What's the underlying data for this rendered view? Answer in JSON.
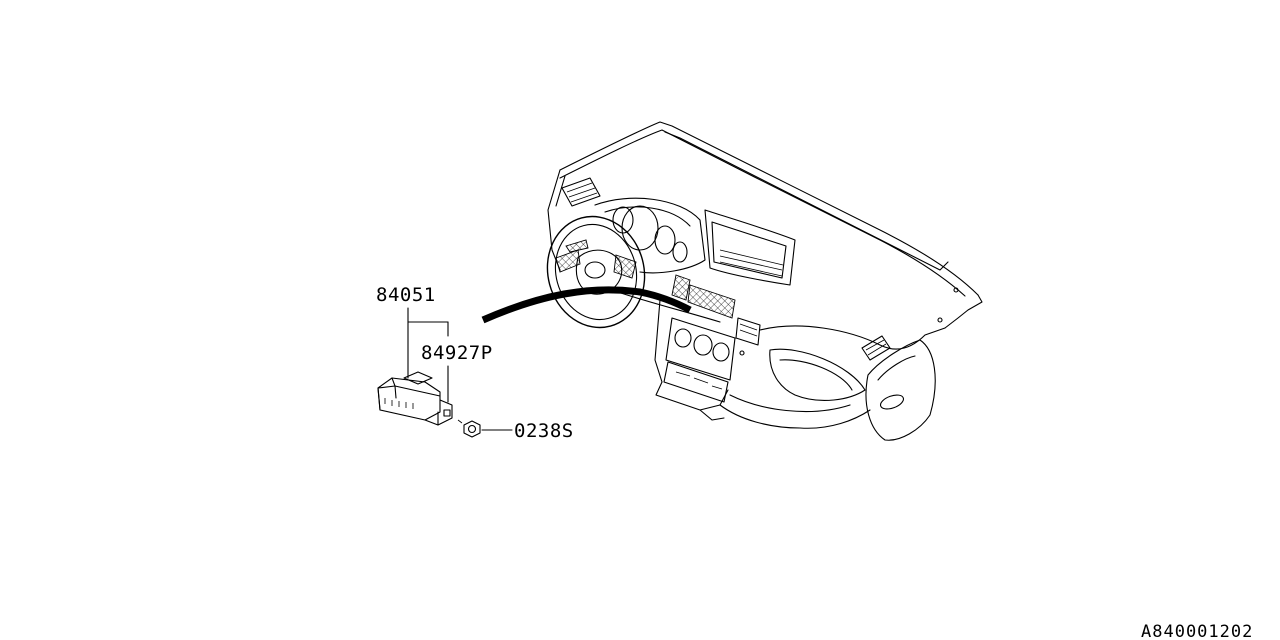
{
  "diagram": {
    "parts": [
      {
        "part_number": "84051"
      },
      {
        "part_number": "84927P"
      },
      {
        "part_number": "0238S"
      }
    ],
    "reference_code": "A840001202"
  }
}
